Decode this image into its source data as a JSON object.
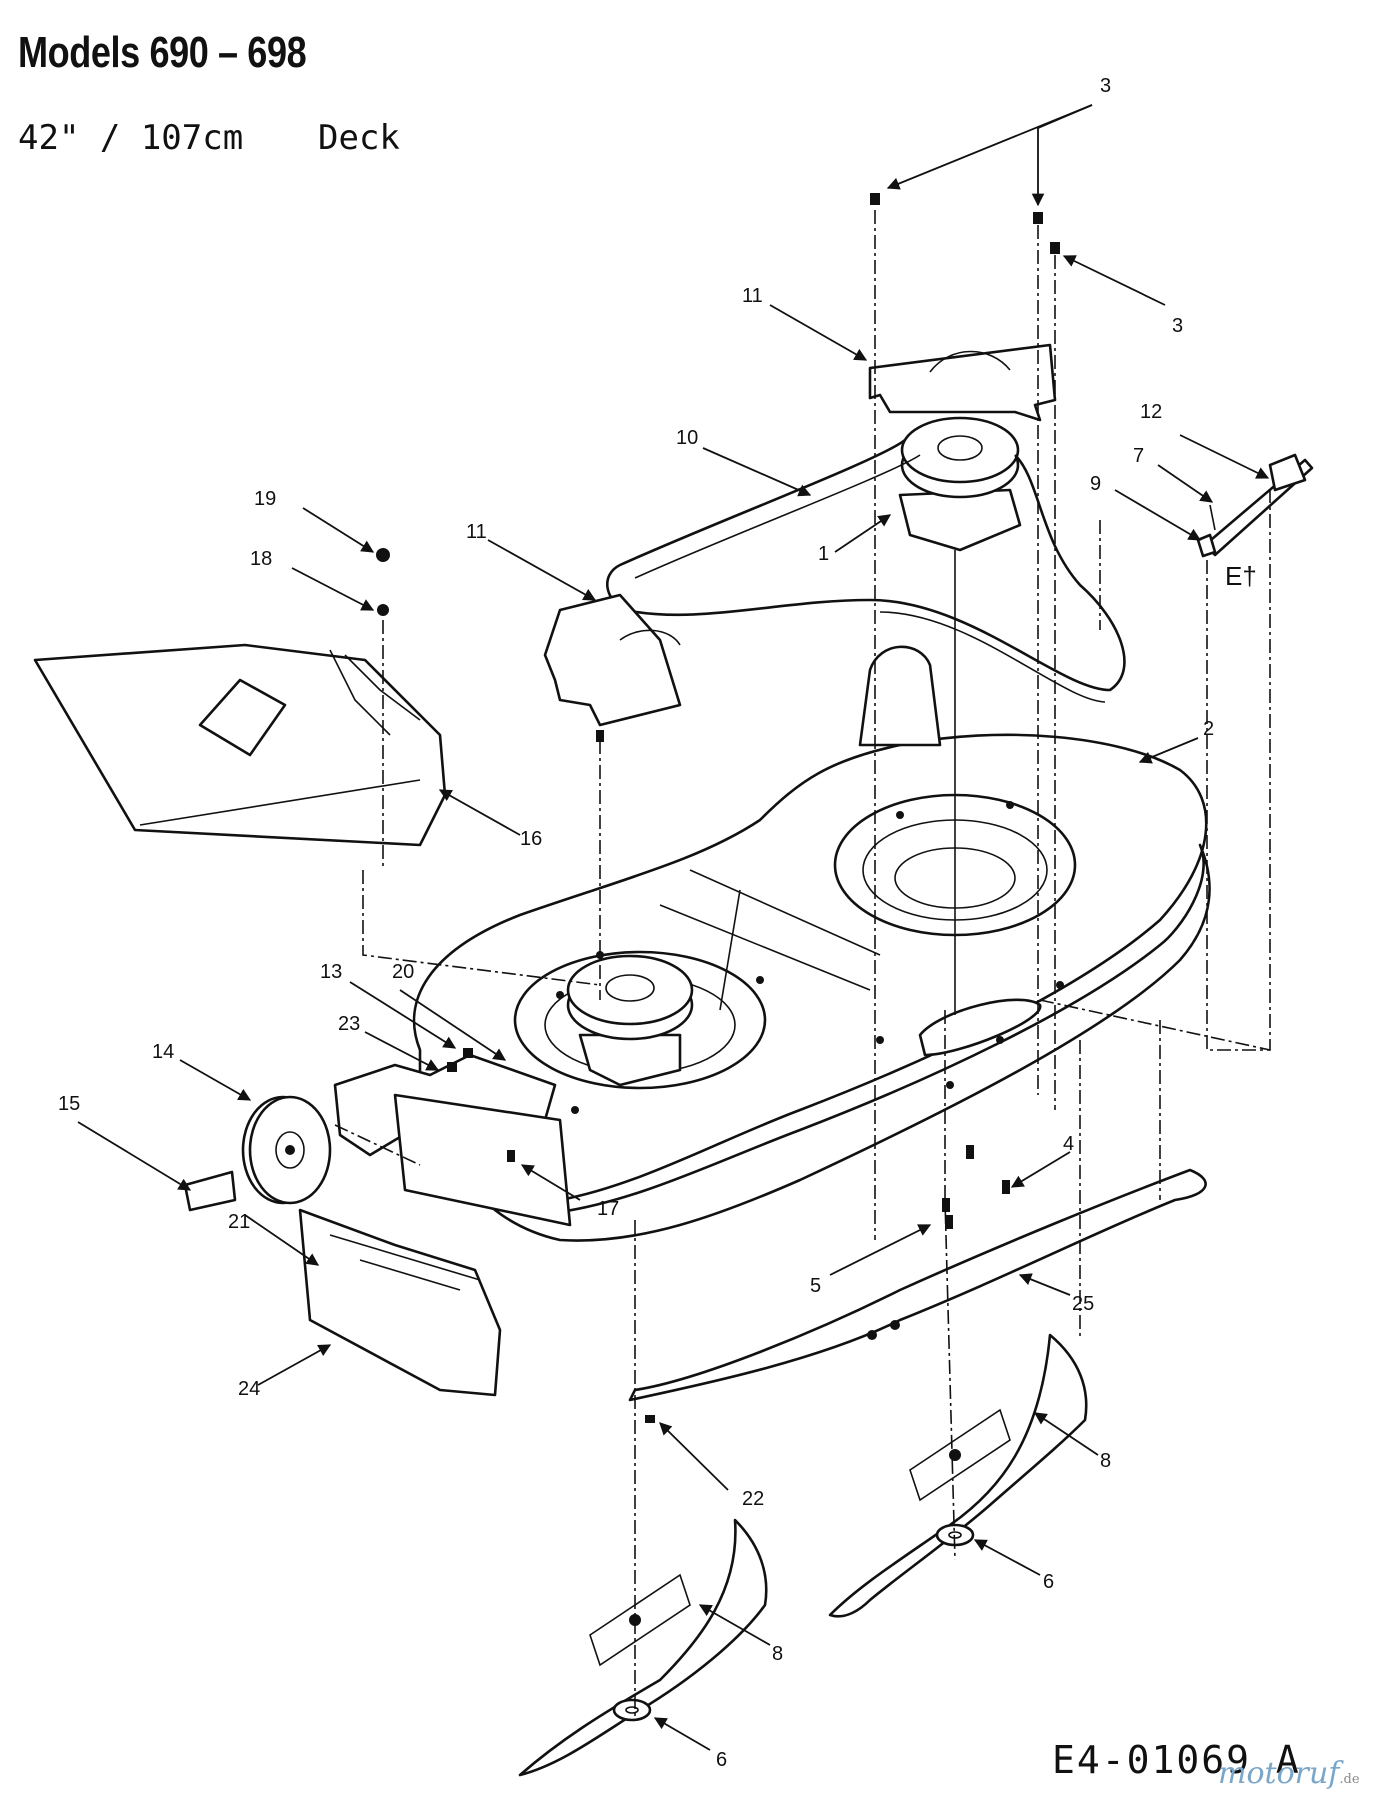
{
  "title": "Models 690 – 698",
  "subtitle": {
    "size": "42\" / 107cm",
    "part": "Deck"
  },
  "document_number": "E4-01069 A",
  "side_mark": "E†",
  "watermark": {
    "brand": "motoruf",
    "suffix": ".de"
  },
  "callouts": [
    "3",
    "3",
    "11",
    "12",
    "7",
    "9",
    "10",
    "1",
    "11",
    "19",
    "18",
    "16",
    "2",
    "13",
    "20",
    "23",
    "14",
    "15",
    "17",
    "4",
    "21",
    "5",
    "25",
    "24",
    "8",
    "22",
    "6",
    "8",
    "6"
  ]
}
